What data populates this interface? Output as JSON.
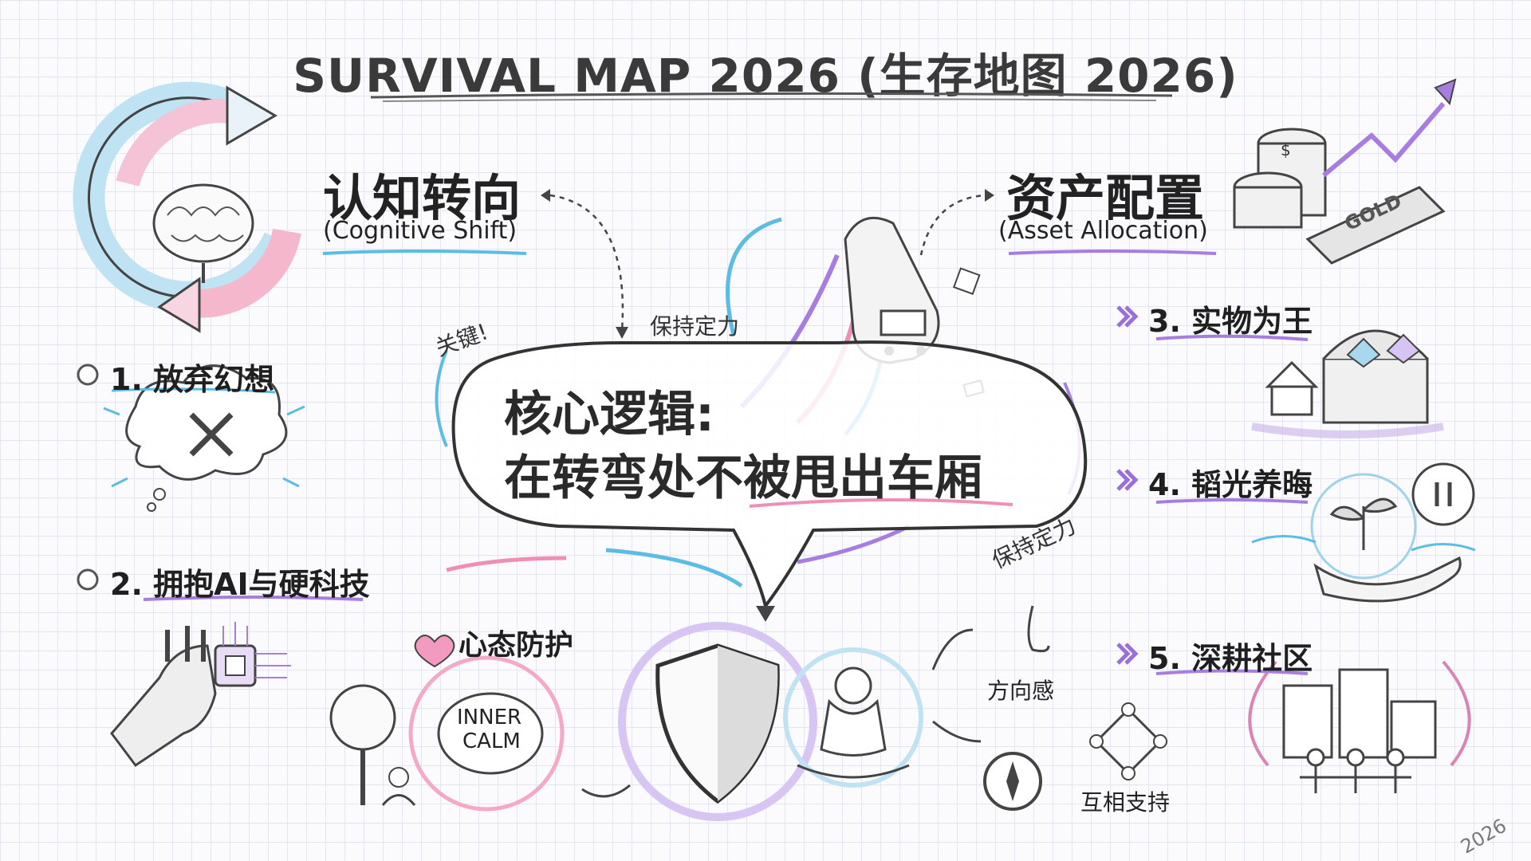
{
  "title": "SURVIVAL MAP 2026 (生存地图 2026)",
  "cognitive": {
    "title": "认知转向",
    "subtitle": "(Cognitive Shift)"
  },
  "asset": {
    "title": "资产配置",
    "subtitle": "(Asset Allocation)"
  },
  "steps": [
    {
      "label": "1. 放弃幻想"
    },
    {
      "label": "2. 拥抱AI与硬科技"
    },
    {
      "label": "3. 实物为王"
    },
    {
      "label": "4. 韬光养晦"
    },
    {
      "label": "5. 深耕社区"
    }
  ],
  "core": {
    "line1": "核心逻辑:",
    "line2": "在转弯处不被甩出车厢"
  },
  "key_tag": "关键!",
  "steady_top": "保持定力",
  "steady_right": "保持定力",
  "mindset": {
    "label": "心态防护",
    "brain_text_1": "INNER",
    "brain_text_2": "CALM"
  },
  "direction": "方向感",
  "mutual": "互相支持",
  "gold_label": "GOLD",
  "coin_symbol": "$",
  "corner_year": "2026",
  "colors": {
    "blue": "#5bbde4",
    "pink": "#ef8fb6",
    "purple": "#a77ee0",
    "ink": "#333333"
  },
  "icons": [
    "cycle-arrows-icon",
    "brain-icon",
    "cloud-x-icon",
    "robot-hand-chip-icon",
    "coins-gold-chart-icon",
    "treasure-chest-icon",
    "seedling-hand-icon",
    "city-people-icon",
    "train-icon",
    "shield-icon",
    "meditation-icon",
    "compass-icon",
    "network-icon",
    "nose-icon",
    "heart-icon"
  ]
}
